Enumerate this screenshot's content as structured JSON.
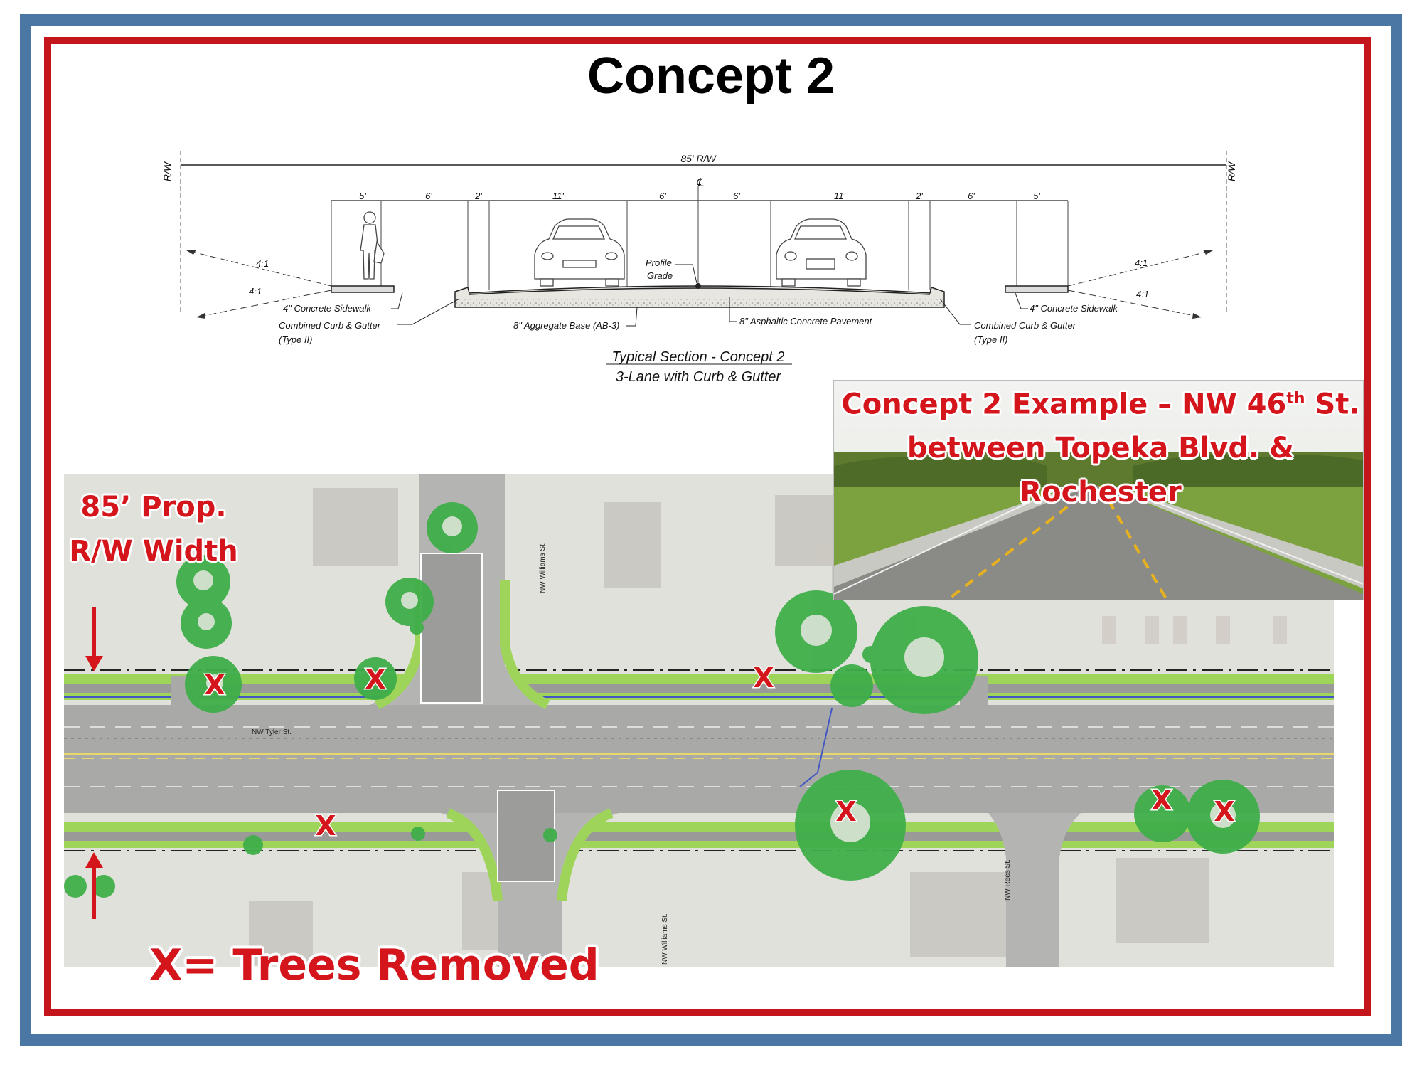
{
  "title": "Concept 2",
  "section": {
    "rw_total": "85' R/W",
    "rw_tag": "R/W",
    "centerline": "℄",
    "dims": [
      "5'",
      "6'",
      "2'",
      "11'",
      "6'",
      "6'",
      "11'",
      "2'",
      "6'",
      "5'"
    ],
    "slopes": [
      "4:1",
      "4:1",
      "4:1",
      "4:1"
    ],
    "profile_grade": [
      "Profile",
      "Grade"
    ],
    "sidewalk_left": "4\" Concrete Sidewalk",
    "sidewalk_right": "4\" Concrete Sidewalk",
    "curb_left": [
      "Combined Curb & Gutter",
      "(Type II)"
    ],
    "curb_right": [
      "Combined Curb & Gutter",
      "(Type II)"
    ],
    "base": "8\" Aggregate Base (AB-3)",
    "pavement": "8\" Asphaltic Concrete Pavement",
    "caption_1": "Typical Section - Concept 2",
    "caption_2": "3-Lane with Curb & Gutter"
  },
  "photo": {
    "title_line1": "Concept 2 Example – NW 46",
    "title_sup": "th",
    "title_line1_end": " St.",
    "title_line2": "between Topeka Blvd. & Rochester"
  },
  "plan": {
    "rw_label_1": "85’ Prop.",
    "rw_label_2": "R/W Width",
    "street_main": "NW Tyler St.",
    "street_williams_n": "NW Williams St.",
    "street_williams_s": "NW Williams St.",
    "street_rees": "NW Rees St.",
    "tree_mark": "X",
    "legend": "X= Trees Removed"
  },
  "colors": {
    "frame_blue": "#4a77a3",
    "frame_red": "#c4141c",
    "accent_red": "#d4161c",
    "tree_green": "#3fae49",
    "buffer_green": "#9fd45a"
  }
}
